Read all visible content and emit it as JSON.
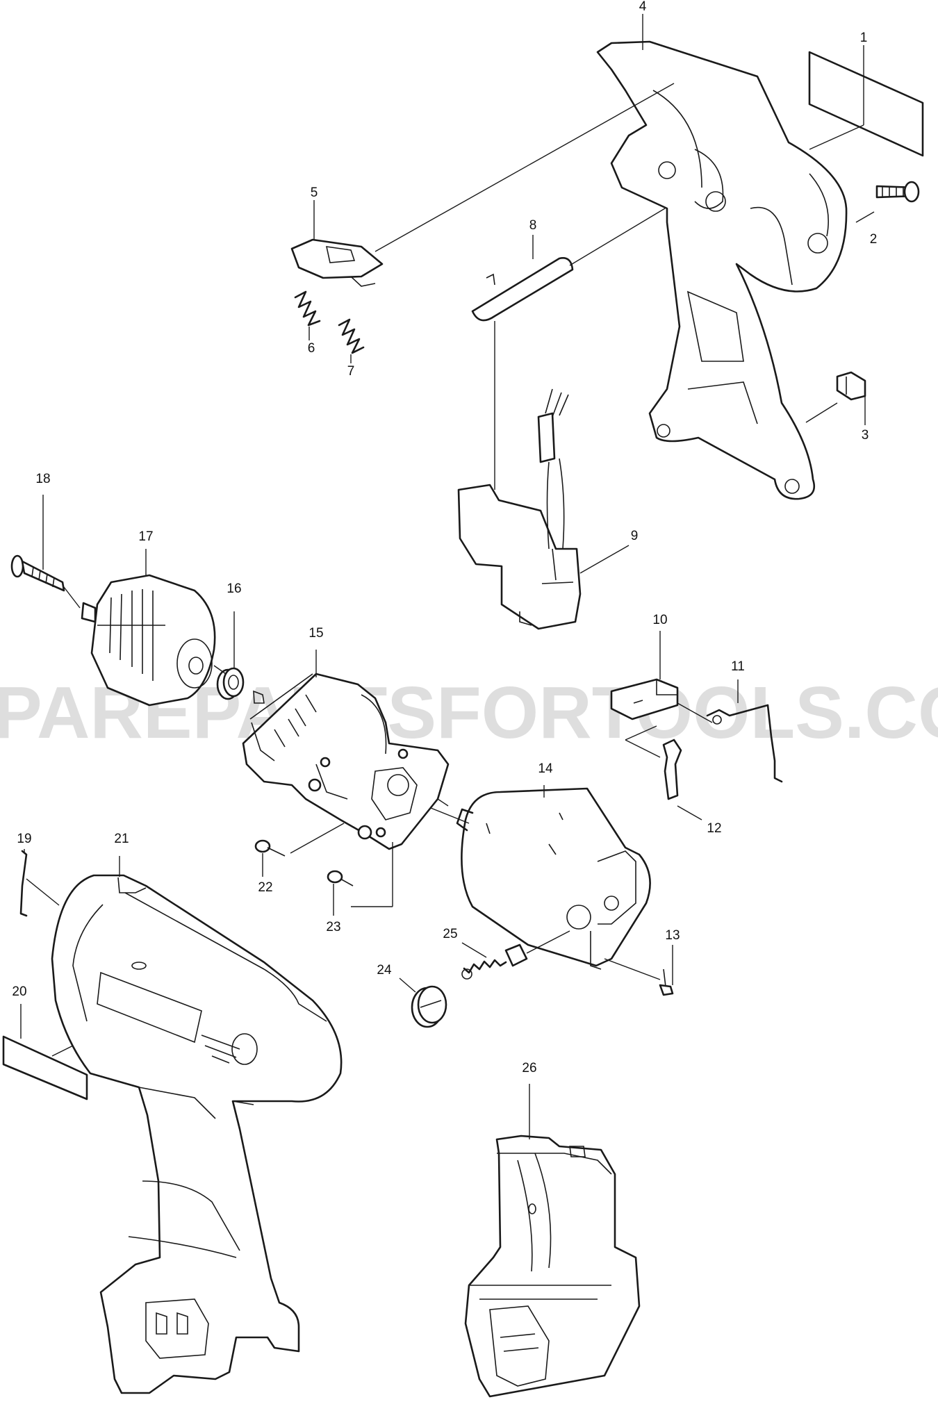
{
  "watermark": "PAREPARTSFORTOOLS.COM.AU",
  "callouts": [
    "1",
    "2",
    "3",
    "4",
    "5",
    "6",
    "7",
    "8",
    "9",
    "10",
    "11",
    "12",
    "13",
    "14",
    "15",
    "16",
    "17",
    "18",
    "19",
    "20",
    "21",
    "22",
    "23",
    "24",
    "25",
    "26"
  ],
  "colors": {
    "line": "#1a1a1a",
    "background": "#ffffff",
    "watermark": "#d4d4d4"
  }
}
